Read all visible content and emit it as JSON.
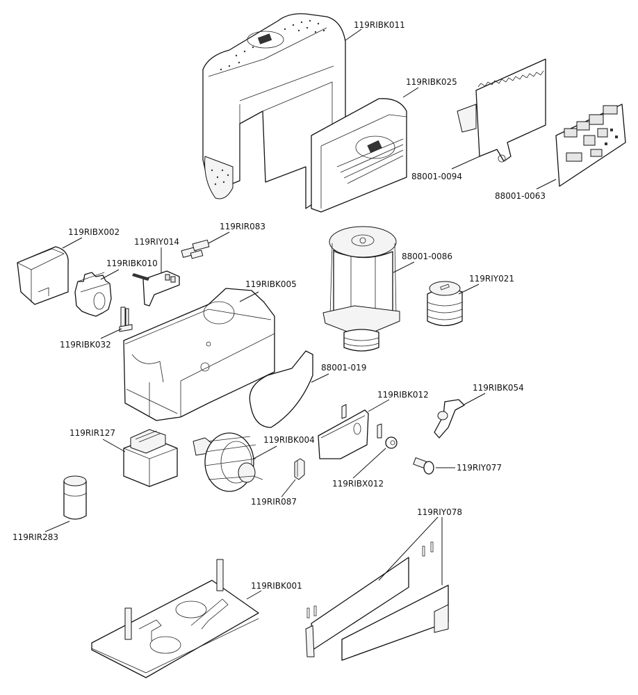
{
  "diagram": {
    "type": "exploded-parts-diagram",
    "title": "",
    "parts": [
      {
        "id": "cover",
        "label": "119RIBK011"
      },
      {
        "id": "front-cover",
        "label": "119RIBK025"
      },
      {
        "id": "board-bracket",
        "label": "88001-0094"
      },
      {
        "id": "control-board",
        "label": "88001-0063"
      },
      {
        "id": "side-cap",
        "label": "119RIBX002"
      },
      {
        "id": "terminal-block",
        "label": "119RIY014"
      },
      {
        "id": "connectors",
        "label": "119RIR083"
      },
      {
        "id": "pinion-gear",
        "label": "119RIBK010"
      },
      {
        "id": "housing",
        "label": "119RIBK005"
      },
      {
        "id": "pin",
        "label": "119RIBK032"
      },
      {
        "id": "motor",
        "label": "88001-0086"
      },
      {
        "id": "worm-screw",
        "label": "119RIY021"
      },
      {
        "id": "gasket",
        "label": "88001-019"
      },
      {
        "id": "release-cover",
        "label": "119RIBK012"
      },
      {
        "id": "release-lever",
        "label": "119RIBK054"
      },
      {
        "id": "transformer",
        "label": "119RIR127"
      },
      {
        "id": "gear-wheel",
        "label": "119RIBK004"
      },
      {
        "id": "lock-cylinder",
        "label": "119RIBX012"
      },
      {
        "id": "key",
        "label": "119RIY077"
      },
      {
        "id": "connector-small",
        "label": "119RIR087"
      },
      {
        "id": "capacitor",
        "label": "119RIR283"
      },
      {
        "id": "limit-plates",
        "label": "119RIY078"
      },
      {
        "id": "base-plate",
        "label": "119RIBK001"
      }
    ]
  }
}
